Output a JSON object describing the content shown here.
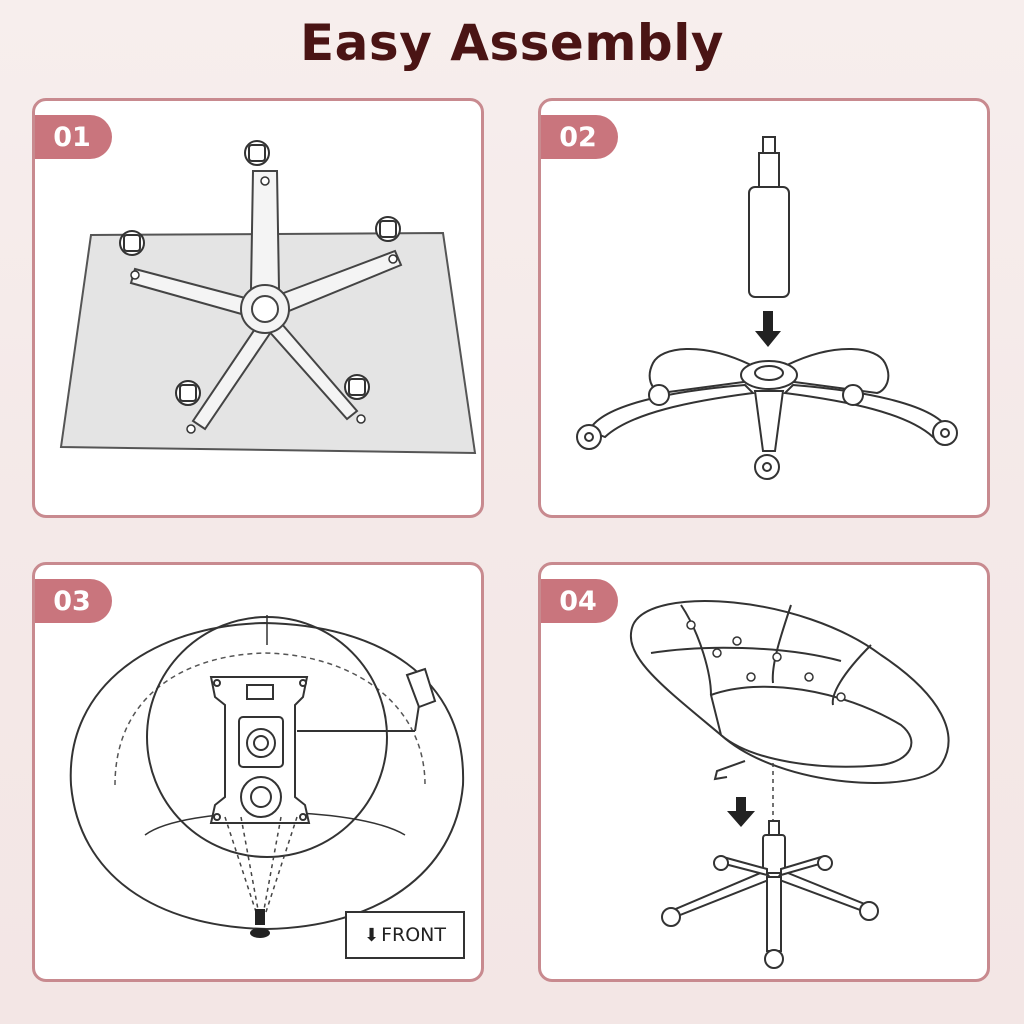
{
  "title": "Easy Assembly",
  "steps": [
    {
      "number": "01"
    },
    {
      "number": "02"
    },
    {
      "number": "03",
      "front_label": "FRONT"
    },
    {
      "number": "04"
    }
  ],
  "colors": {
    "title": "#4a1414",
    "badge": "#c9757d",
    "panel_border": "#c88a8f",
    "background": "#f6ecec"
  }
}
